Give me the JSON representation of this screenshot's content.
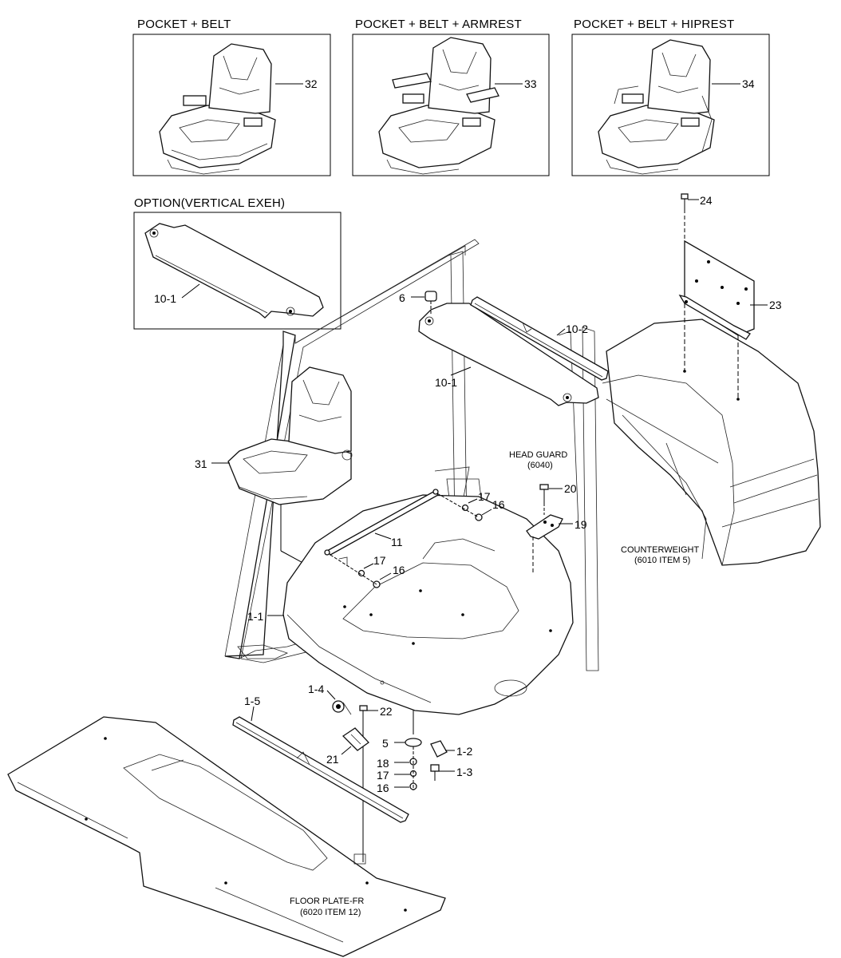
{
  "panels": {
    "seat1_title": "POCKET + BELT",
    "seat2_title": "POCKET + BELT + ARMREST",
    "seat3_title": "POCKET + BELT + HIPREST",
    "option_title": "OPTION(VERTICAL EXEH)"
  },
  "callouts": {
    "c32": "32",
    "c33": "33",
    "c34": "34",
    "c10_1_option": "10-1",
    "c24": "24",
    "c23": "23",
    "c6": "6",
    "c10_2": "10-2",
    "c10_1": "10-1",
    "c31": "31",
    "c17a": "17",
    "c16a": "16",
    "c20": "20",
    "c19": "19",
    "c11": "11",
    "c17b": "17",
    "c16b": "16",
    "c1_1": "1-1",
    "c1_4": "1-4",
    "c22": "22",
    "c1_5": "1-5",
    "c21": "21",
    "c5": "5",
    "c18": "18",
    "c17c": "17",
    "c16c": "16",
    "c1_2": "1-2",
    "c1_3": "1-3"
  },
  "notes": {
    "head_guard_1": "HEAD GUARD",
    "head_guard_2": "(6040)",
    "counterweight_1": "COUNTERWEIGHT",
    "counterweight_2": "(6010 ITEM 5)",
    "floor_plate_1": "FLOOR PLATE-FR",
    "floor_plate_2": "(6020 ITEM 12)"
  }
}
